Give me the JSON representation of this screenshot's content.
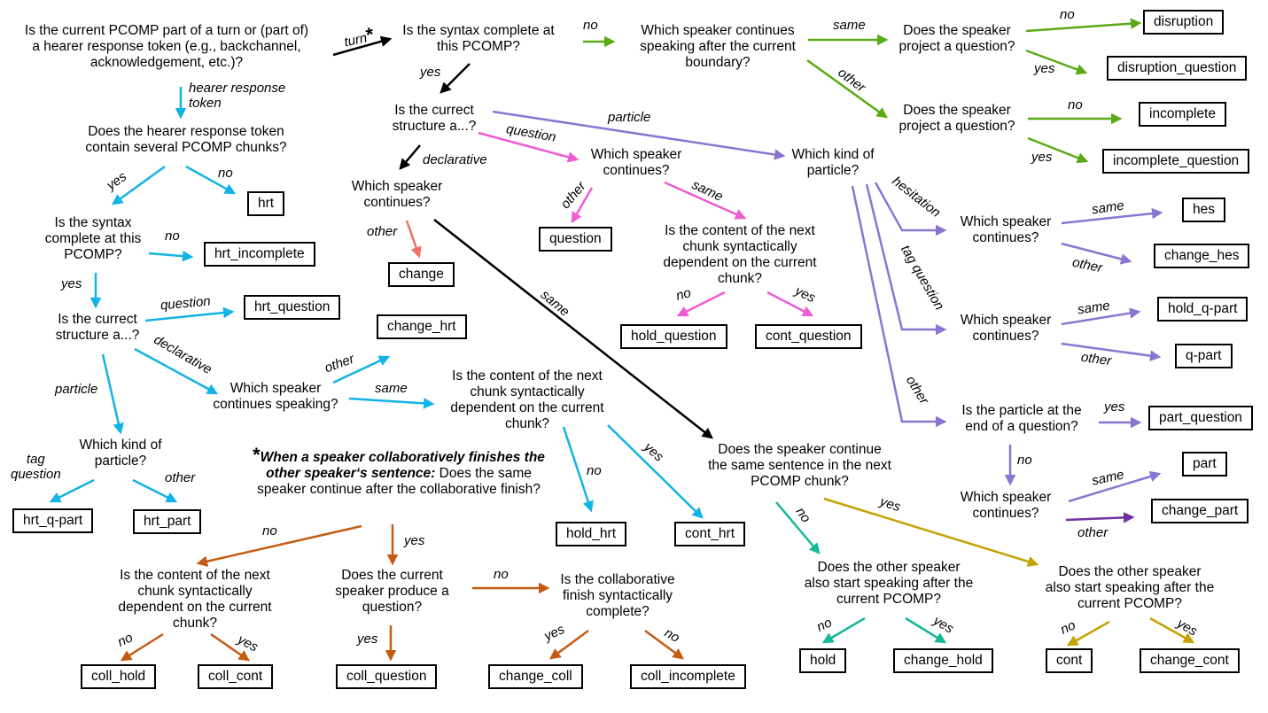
{
  "questions": {
    "q_root": "Is the current PCOMP part of a turn or (part of)\na hearer response token (e.g., backchannel,\nacknowledgement, etc.)?",
    "q_syntax_turn": "Is the syntax complete at\nthis PCOMP?",
    "q_which_speaker_boundary": "Which speaker continues\nspeaking after the current\nboundary?",
    "q_project_q_same": "Does the speaker\nproject a question?",
    "q_project_q_other": "Does the speaker\nproject a question?",
    "q_struct_turn": "Is the currect\nstructure a...?",
    "q_which_speaker_decl": "Which speaker\ncontinues?",
    "q_which_speaker_question": "Which speaker\ncontinues?",
    "q_content_dep_question": "Is the content of the next\nchunk syntactically\ndependent on the current\nchunk?",
    "q_kind_particle": "Which kind of\nparticle?",
    "q_which_speaker_hes": "Which speaker\ncontinues?",
    "q_which_speaker_tag": "Which speaker\ncontinues?",
    "q_particle_end": "Is the particle at the\nend of a question?",
    "q_which_speaker_part": "Which speaker\ncontinues?",
    "q_hrt_chunks": "Does the hearer response token\ncontain several PCOMP chunks?",
    "q_hrt_syntax": "Is the syntax\ncomplete at this\nPCOMP?",
    "q_hrt_struct": "Is the currect\nstructure a...?",
    "q_hrt_kind": "Which kind of\nparticle?",
    "q_hrt_which_speaker": "Which speaker\ncontinues speaking?",
    "q_hrt_content_dep": "Is the content of the next\nchunk syntactically\ndependent on the current\nchunk?",
    "q_same_sentence": "Does the speaker continue\nthe same sentence in the next\nPCOMP chunk?",
    "q_other_start_no": "Does the other speaker\nalso start speaking after the\ncurrent PCOMP?",
    "q_other_start_yes": "Does the other speaker\nalso start speaking after the\ncurrent PCOMP?",
    "q_coll_content": "Is the content of the next\nchunk syntactically\ndependent on the current\nchunk?",
    "q_coll_produce_q": "Does the current\nspeaker produce a\nquestion?",
    "q_coll_complete": "Is the collaborative\nfinish syntactically\ncomplete?"
  },
  "note": {
    "star": "*",
    "bold": "When a speaker collaboratively finishes the other speaker‘s sentence:",
    "rest": " Does the same speaker continue after the collaborative finish?"
  },
  "labels": {
    "disruption": "disruption",
    "disruption_question": "disruption_question",
    "incomplete": "incomplete",
    "incomplete_question": "incomplete_question",
    "hes": "hes",
    "change_hes": "change_hes",
    "hold_q_part": "hold_q-part",
    "q_part": "q-part",
    "part_question": "part_question",
    "part": "part",
    "change_part": "change_part",
    "hrt": "hrt",
    "hrt_incomplete": "hrt_incomplete",
    "hrt_question": "hrt_question",
    "change_hrt": "change_hrt",
    "change": "change",
    "question": "question",
    "hold_question": "hold_question",
    "cont_question": "cont_question",
    "hrt_q_part": "hrt_q-part",
    "hrt_part": "hrt_part",
    "hold_hrt": "hold_hrt",
    "cont_hrt": "cont_hrt",
    "hold": "hold",
    "change_hold": "change_hold",
    "cont": "cont",
    "change_cont": "change_cont",
    "coll_hold": "coll_hold",
    "coll_cont": "coll_cont",
    "coll_question": "coll_question",
    "change_coll": "change_coll",
    "coll_incomplete": "coll_incomplete"
  },
  "edges": {
    "turn": "turn",
    "turn_star": "*",
    "hearer_response_token": "hearer response\ntoken",
    "no": "no",
    "yes": "yes",
    "same": "same",
    "other": "other",
    "particle": "particle",
    "question": "question",
    "declarative": "declarative",
    "hesitation": "hesitation",
    "tag_question": "tag question",
    "tag_question_2l": "tag\nquestion"
  },
  "colors": {
    "black": "#000000",
    "green": "#5aaa16",
    "blue": "#12b3e6",
    "purple": "#8a75d0",
    "darkpurple": "#7030a0",
    "pink": "#f05ad2",
    "salmon": "#ee7065",
    "teal": "#14b995",
    "gold": "#c5a200",
    "orange": "#c55a11"
  }
}
